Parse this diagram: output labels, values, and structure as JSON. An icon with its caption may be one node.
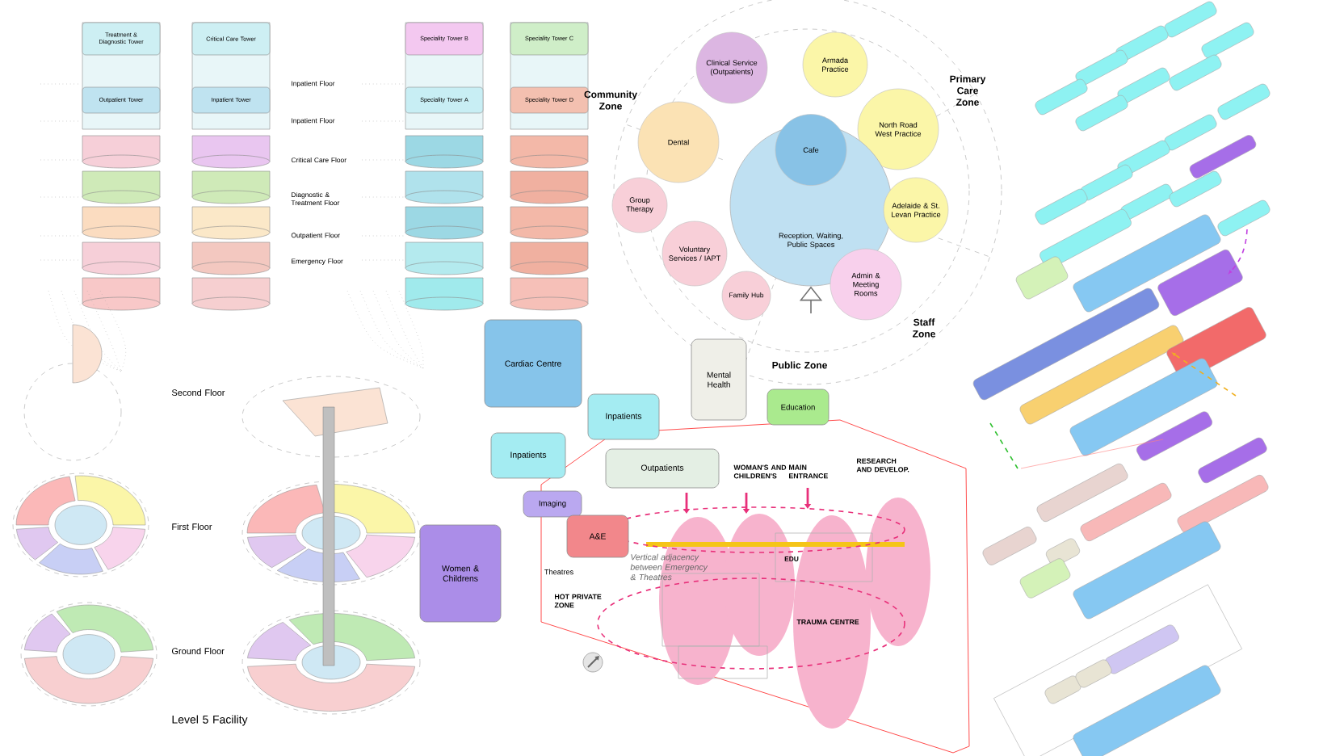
{
  "diagram": {
    "nodes": [
      {
        "text": [
          "Treatment & Diagnostic Tower"
        ]
      },
      {
        "text": [
          "Critical Care Tower"
        ]
      },
      {
        "text": [
          "Outpatient Tower"
        ]
      },
      {
        "text": [
          "Inpatient Tower"
        ]
      },
      {
        "text": [
          "Speciality Tower B"
        ]
      },
      {
        "text": [
          "Speciality Tower C"
        ]
      },
      {
        "text": [
          "Speciality Tower A"
        ]
      },
      {
        "text": [
          "Speciality Tower D"
        ]
      },
      {
        "text": [
          "Clinical Service (Outpatients)"
        ]
      },
      {
        "text": [
          "Armada Practice"
        ]
      },
      {
        "text": [
          "Dental"
        ]
      },
      {
        "text": [
          "North Road West Practice"
        ]
      },
      {
        "text": [
          "Reception, Waiting, Public Spaces"
        ]
      },
      {
        "text": [
          "Cafe"
        ],
        "in": 12
      },
      {
        "text": [
          "Group Therapy"
        ]
      },
      {
        "text": [
          "Adelaide & St. Levan Practice"
        ]
      },
      {
        "text": [
          "Voluntary Services / IAPT"
        ]
      },
      {
        "text": [
          "Admin & Meeting Rooms"
        ]
      },
      {
        "text": [
          "Family Hub"
        ]
      },
      {
        "text": [
          "Cardiac Centre"
        ]
      },
      {
        "text": [
          "Inpatients"
        ]
      },
      {
        "text": [
          "Inpatients"
        ]
      },
      {
        "text": [
          "Outpatients"
        ]
      },
      {
        "text": [
          "Imaging"
        ]
      },
      {
        "text": [
          "A&E"
        ]
      },
      {
        "text": [
          "Women & Childrens"
        ]
      },
      {
        "text": [
          "Mental Health"
        ]
      },
      {
        "text": [
          "Education"
        ]
      }
    ],
    "edges": [
      {
        "from": null,
        "to": 12,
        "arrow": "to"
      }
    ],
    "labels": [
      "Inpatient Floor",
      "Inpatient Floor",
      "Critical Care Floor",
      "Diagnostic & Treatment Floor",
      "Outpatient Floor",
      "Emergency Floor",
      "Community Zone",
      "Primary Care Zone",
      "Public Zone",
      "Staff Zone",
      "Second Floor",
      "First Floor",
      "Ground Floor",
      "Level 5 Facility",
      "WOMAN'S AND CHILDREN'S",
      "MAIN ENTRANCE",
      "RESEARCH AND DEVELOP.",
      "Vertical adjacency between Emergency & Theatres",
      "EDU",
      "Theatres",
      "HOT PRIVATE ZONE",
      "TRAUMA CENTRE"
    ]
  }
}
